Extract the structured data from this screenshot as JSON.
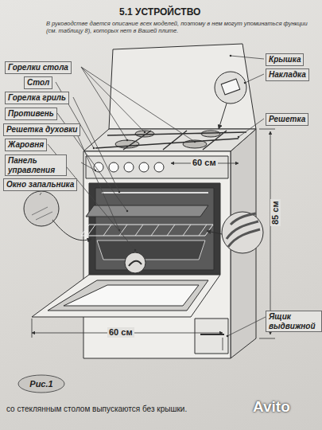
{
  "diagram": {
    "title": "5.1 УСТРОЙСТВО",
    "nodes": [
      {
        "text": [
          "Рис.1"
        ]
      }
    ],
    "labels": [
      "В руководстве дается описание всех моделей, поэтому в нем могут упоминаться функции (см. таблицу 8), которых нет в Вашей плите.",
      "Горелки стола",
      "Стол",
      "Горелка гриль",
      "Противень",
      "Решетка духовки",
      "Жаровня",
      "Панель управления",
      "Окно запальника",
      "Крышка",
      "Накладка",
      "Решетка",
      "60 см",
      "85 см",
      "60 см",
      "Ящик выдвижной",
      "со стеклянным столом выпускаются без крышки.",
      "Avito"
    ]
  }
}
